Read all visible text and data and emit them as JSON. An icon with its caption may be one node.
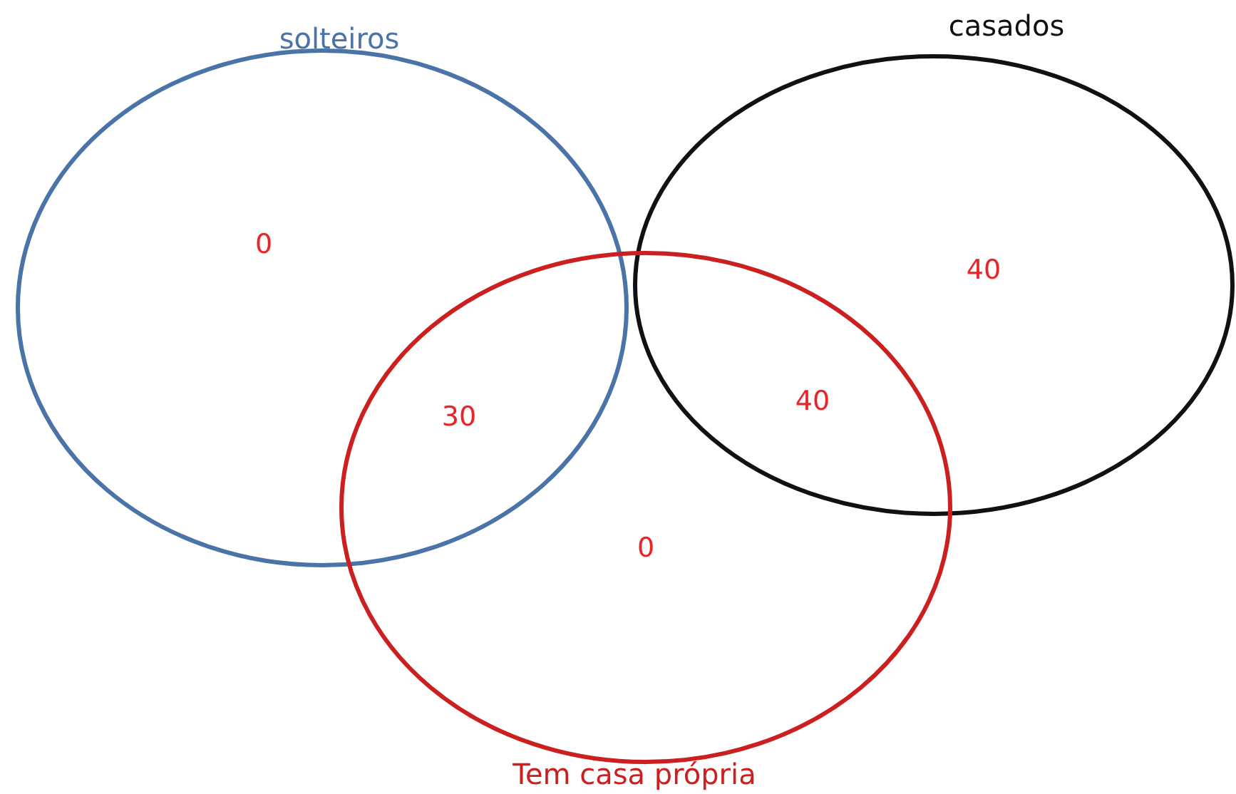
{
  "diagram": {
    "nodes": [
      {
        "text": [
          "solteiros",
          "0"
        ]
      },
      {
        "text": [
          "casados",
          "40"
        ]
      },
      {
        "text": [
          "0",
          "Tem casa própria"
        ]
      }
    ],
    "labels": [
      "30",
      "40"
    ]
  }
}
